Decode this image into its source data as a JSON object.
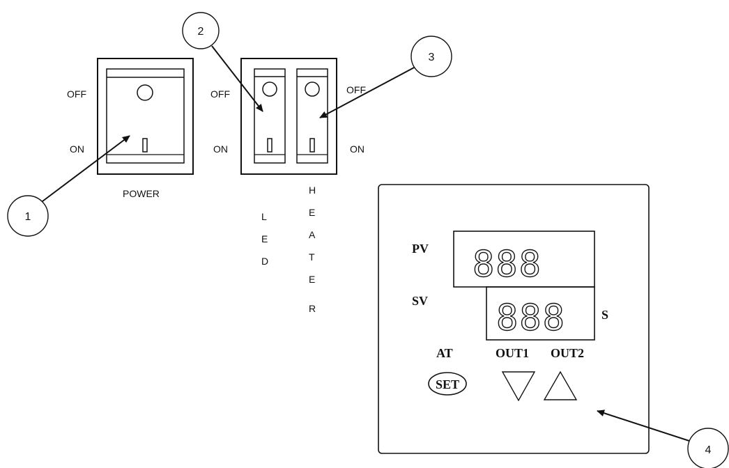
{
  "power_switch": {
    "off_label": "OFF",
    "on_label": "ON",
    "name": "POWER"
  },
  "dual_switch": {
    "left_off_label": "OFF",
    "left_on_label": "ON",
    "right_off_label": "OFF",
    "right_on_label": "ON",
    "led_letters": [
      "L",
      "E",
      "D"
    ],
    "heater_letters": [
      "H",
      "E",
      "A",
      "T",
      "E",
      "R"
    ]
  },
  "controller": {
    "pv_label": "PV",
    "pv_digits": "888",
    "sv_label": "SV",
    "sv_digits": "888",
    "s_label": "S",
    "at_label": "AT",
    "set_label": "SET",
    "out1_label": "OUT1",
    "out2_label": "OUT2"
  },
  "callouts": [
    "1",
    "2",
    "3",
    "4"
  ]
}
